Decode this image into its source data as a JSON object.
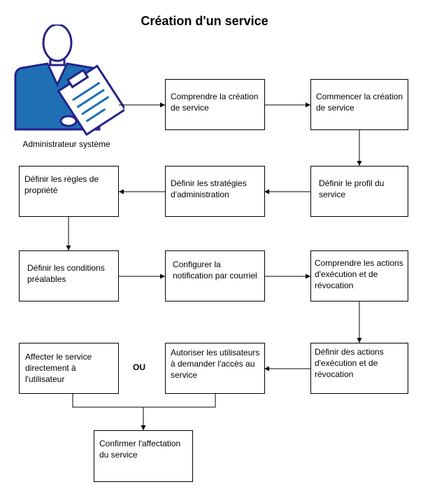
{
  "title": "Création d'un service",
  "actor": {
    "label": "Administrateur système",
    "icon": "administrator-with-clipboard-icon"
  },
  "or_label": "OU",
  "steps": [
    {
      "id": "comprendre-creation",
      "label": "Comprendre la création de service"
    },
    {
      "id": "commencer-creation",
      "label": "Commencer la création de service"
    },
    {
      "id": "definir-profil",
      "label": "Définir le profil du service"
    },
    {
      "id": "definir-strategies",
      "label": "Définir les stratégies d'administration"
    },
    {
      "id": "definir-regles",
      "label": "Définir les règles de propriété"
    },
    {
      "id": "definir-conditions",
      "label": "Définir les conditions préalables"
    },
    {
      "id": "configurer-notification",
      "label": "Configurer la notification par courriel"
    },
    {
      "id": "comprendre-actions",
      "label": "Comprendre les actions d'exécution et de révocation"
    },
    {
      "id": "definir-actions",
      "label": "Définir des actions d'exécution et de révocation"
    },
    {
      "id": "autoriser-utilisateurs",
      "label": "Autoriser les utilisateurs à demander l'accès au service"
    },
    {
      "id": "affecter-service",
      "label": "Affecter le service directement à l'utilisateur"
    },
    {
      "id": "confirmer-affectation",
      "label": "Confirmer l'affectation du service"
    }
  ],
  "colors": {
    "figure_blue": "#1f6fb5",
    "outline": "#23238a",
    "box_border": "#000000"
  }
}
